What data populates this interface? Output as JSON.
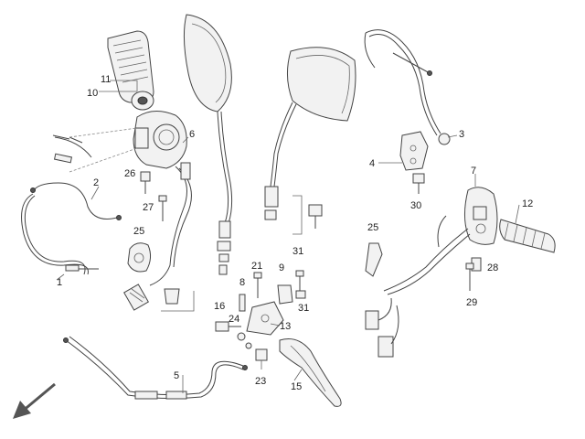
{
  "diagram": {
    "callouts": [
      {
        "id": "c1",
        "label": "1"
      },
      {
        "id": "c2",
        "label": "2"
      },
      {
        "id": "c3",
        "label": "3"
      },
      {
        "id": "c4",
        "label": "4"
      },
      {
        "id": "c5",
        "label": "5"
      },
      {
        "id": "c6",
        "label": "6"
      },
      {
        "id": "c7",
        "label": "7"
      },
      {
        "id": "c8",
        "label": "8"
      },
      {
        "id": "c9",
        "label": "9"
      },
      {
        "id": "c10",
        "label": "10"
      },
      {
        "id": "c11",
        "label": "11"
      },
      {
        "id": "c12",
        "label": "12"
      },
      {
        "id": "c13",
        "label": "13"
      },
      {
        "id": "c15",
        "label": "15"
      },
      {
        "id": "c16",
        "label": "16"
      },
      {
        "id": "c21",
        "label": "21"
      },
      {
        "id": "c23",
        "label": "23"
      },
      {
        "id": "c24",
        "label": "24"
      },
      {
        "id": "c25a",
        "label": "25"
      },
      {
        "id": "c25b",
        "label": "25"
      },
      {
        "id": "c26",
        "label": "26"
      },
      {
        "id": "c27",
        "label": "27"
      },
      {
        "id": "c28",
        "label": "28"
      },
      {
        "id": "c29",
        "label": "29"
      },
      {
        "id": "c30",
        "label": "30"
      },
      {
        "id": "c31a",
        "label": "31"
      },
      {
        "id": "c31b",
        "label": "31"
      }
    ],
    "direction_arrow": "front-direction-arrow-icon"
  }
}
